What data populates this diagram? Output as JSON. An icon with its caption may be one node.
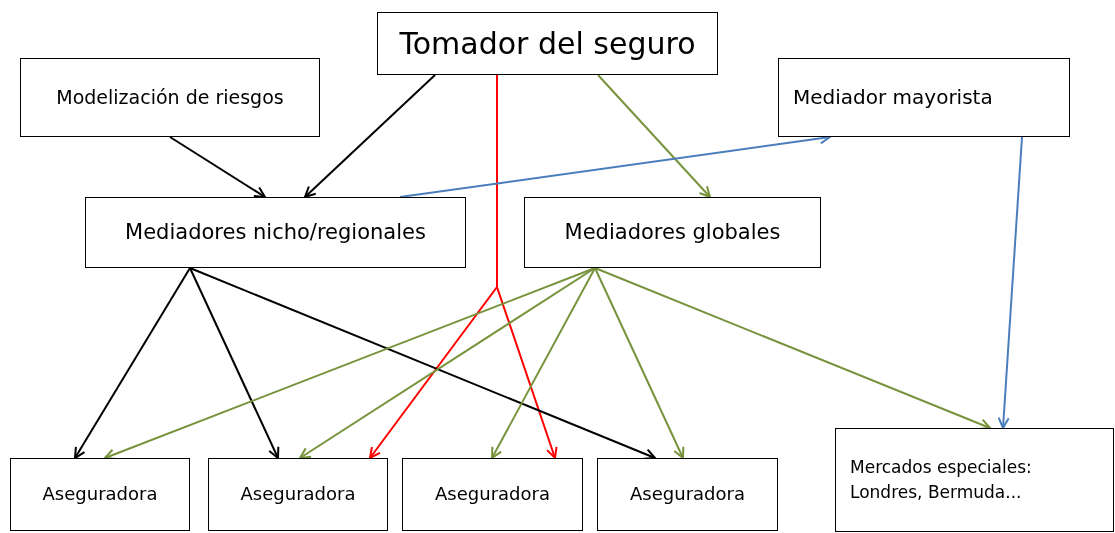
{
  "diagram": {
    "nodes": [
      {
        "text": [
          "Tomador del seguro"
        ]
      },
      {
        "text": [
          "Modelización de riesgos"
        ]
      },
      {
        "text": [
          "Mediador mayorista"
        ]
      },
      {
        "text": [
          "Mediadores nicho/regionales"
        ]
      },
      {
        "text": [
          "Mediadores globales"
        ]
      },
      {
        "text": [
          "Aseguradora"
        ]
      },
      {
        "text": [
          "Aseguradora"
        ]
      },
      {
        "text": [
          "Aseguradora"
        ]
      },
      {
        "text": [
          "Aseguradora"
        ]
      },
      {
        "text": [
          "Mercados especiales: Londres, Bermuda..."
        ]
      }
    ],
    "edges": [
      {
        "from": 0,
        "to": 3,
        "arrow": "to",
        "color": "#000000"
      },
      {
        "from": 1,
        "to": 3,
        "arrow": "to",
        "color": "#000000"
      },
      {
        "from": 0,
        "to": 4,
        "arrow": "to"
      },
      {
        "from": 0,
        "to": 6,
        "arrow": "to",
        "color": "#ff0000"
      },
      {
        "from": 0,
        "to": 7,
        "arrow": "to",
        "color": "#ff0000"
      },
      {
        "from": 3,
        "to": 2,
        "arrow": "to",
        "color": "#4a7ebb"
      },
      {
        "from": 2,
        "to": 9,
        "arrow": "to",
        "color": "#4a7ebb"
      },
      {
        "from": 3,
        "to": 5,
        "arrow": "to",
        "color": "#000000"
      },
      {
        "from": 3,
        "to": 6,
        "arrow": "to",
        "color": "#000000"
      },
      {
        "from": 3,
        "to": 8,
        "arrow": "to",
        "color": "#000000"
      },
      {
        "from": 4,
        "to": 5,
        "arrow": "to"
      },
      {
        "from": 4,
        "to": 6,
        "arrow": "to"
      },
      {
        "from": 4,
        "to": 7,
        "arrow": "to"
      },
      {
        "from": 4,
        "to": 8,
        "arrow": "to"
      },
      {
        "from": 4,
        "to": 9,
        "arrow": "to"
      }
    ]
  }
}
